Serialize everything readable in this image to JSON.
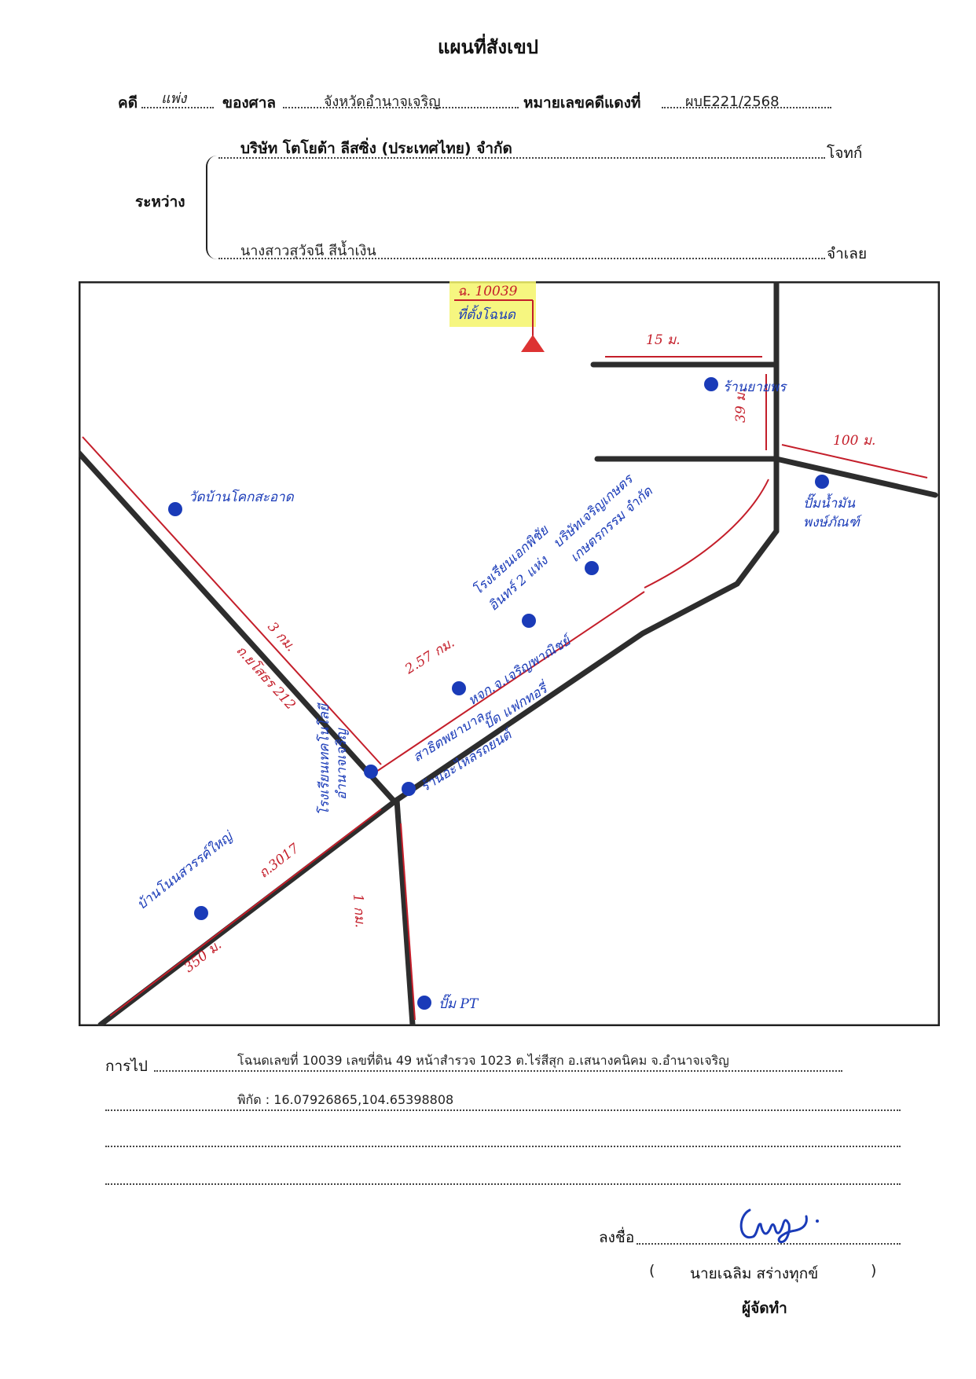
{
  "title": "แผนที่สังเขป",
  "case": {
    "case_label": "คดี",
    "case_type": "แพ่ง",
    "court_label": "ของศาล",
    "court_name": "จังหวัดอำนาจเจริญ",
    "red_case_label": "หมายเลขคดีแดงที่",
    "red_case_no": "ผบE221/2568"
  },
  "parties": {
    "between_label": "ระหว่าง",
    "plaintiff_name": "บริษัท โตโยต้า ลีสซิ่ง (ประเทศไทย) จำกัด",
    "plaintiff_label": "โจทก์",
    "defendant_name": "นางสาวสุวัจนี สีน้ำเงิน",
    "defendant_label": "จำเลย"
  },
  "map": {
    "deed_label": "ฉ. 10039",
    "site_label": "ที่ตั้งโฉนด",
    "dist_15m": "15 ม.",
    "dist_39m": "39 ม.",
    "dist_100m": "100 ม.",
    "dist_3km": "3 กม.",
    "road_yasothon": "ถ.ยโสธร 212",
    "dist_257km": "2.57 กม.",
    "road_3017": "ถ.3017",
    "dist_350m": "350 ม.",
    "dist_1km": "1 กม.",
    "places": {
      "shop_yaiporn": "ร้านยายพร",
      "gas_station_1": "ปั๊มน้ำมัน",
      "gas_station_2": "พงษ์ภัณฑ์",
      "wat": "วัดบ้านโคกสะอาด",
      "company_1": "บริษัทเจริญเกษตร",
      "company_2": "เกษตรกรรม จำกัด",
      "school_1": "โรงเรียนเอกพิชัย",
      "school_2": "อินทร์ 2 แห่ง",
      "coop_1": "หจก.จ.เจริญพาณิชย์",
      "coop_2": "ปั๊ด แฟกทอรี่",
      "clinic_1": "สาธิตพยาบาล",
      "clinic_2": "ร้านอะไหล่รถยนต์",
      "hospital_1": "โรงเรียนเทคโนโลยี",
      "hospital_2": "อำนาจเจริญ",
      "village": "บ้านโนนสวรรค์ใหญ่",
      "pump_pt": "ปั๊ม PT"
    }
  },
  "directions": {
    "label": "การไป",
    "line1": "โฉนดเลขที่ 10039  เลขที่ดิน 49  หน้าสำรวจ 1023  ต.ไร่สีสุก อ.เสนางคนิคม จ.อำนาจเจริญ",
    "line2": "พิกัด :   16.07926865,104.65398808"
  },
  "signature": {
    "sign_label": "ลงชื่อ",
    "open_paren": "(",
    "name": "นายเฉลิม  สร่างทุกข์",
    "close_paren": ")",
    "role": "ผู้จัดทำ"
  },
  "colors": {
    "road": "#2d2d2d",
    "measure": "#c41e2a",
    "place_dot": "#1a3bb8",
    "highlight": "#f5f56a",
    "site_marker": "#d33"
  }
}
